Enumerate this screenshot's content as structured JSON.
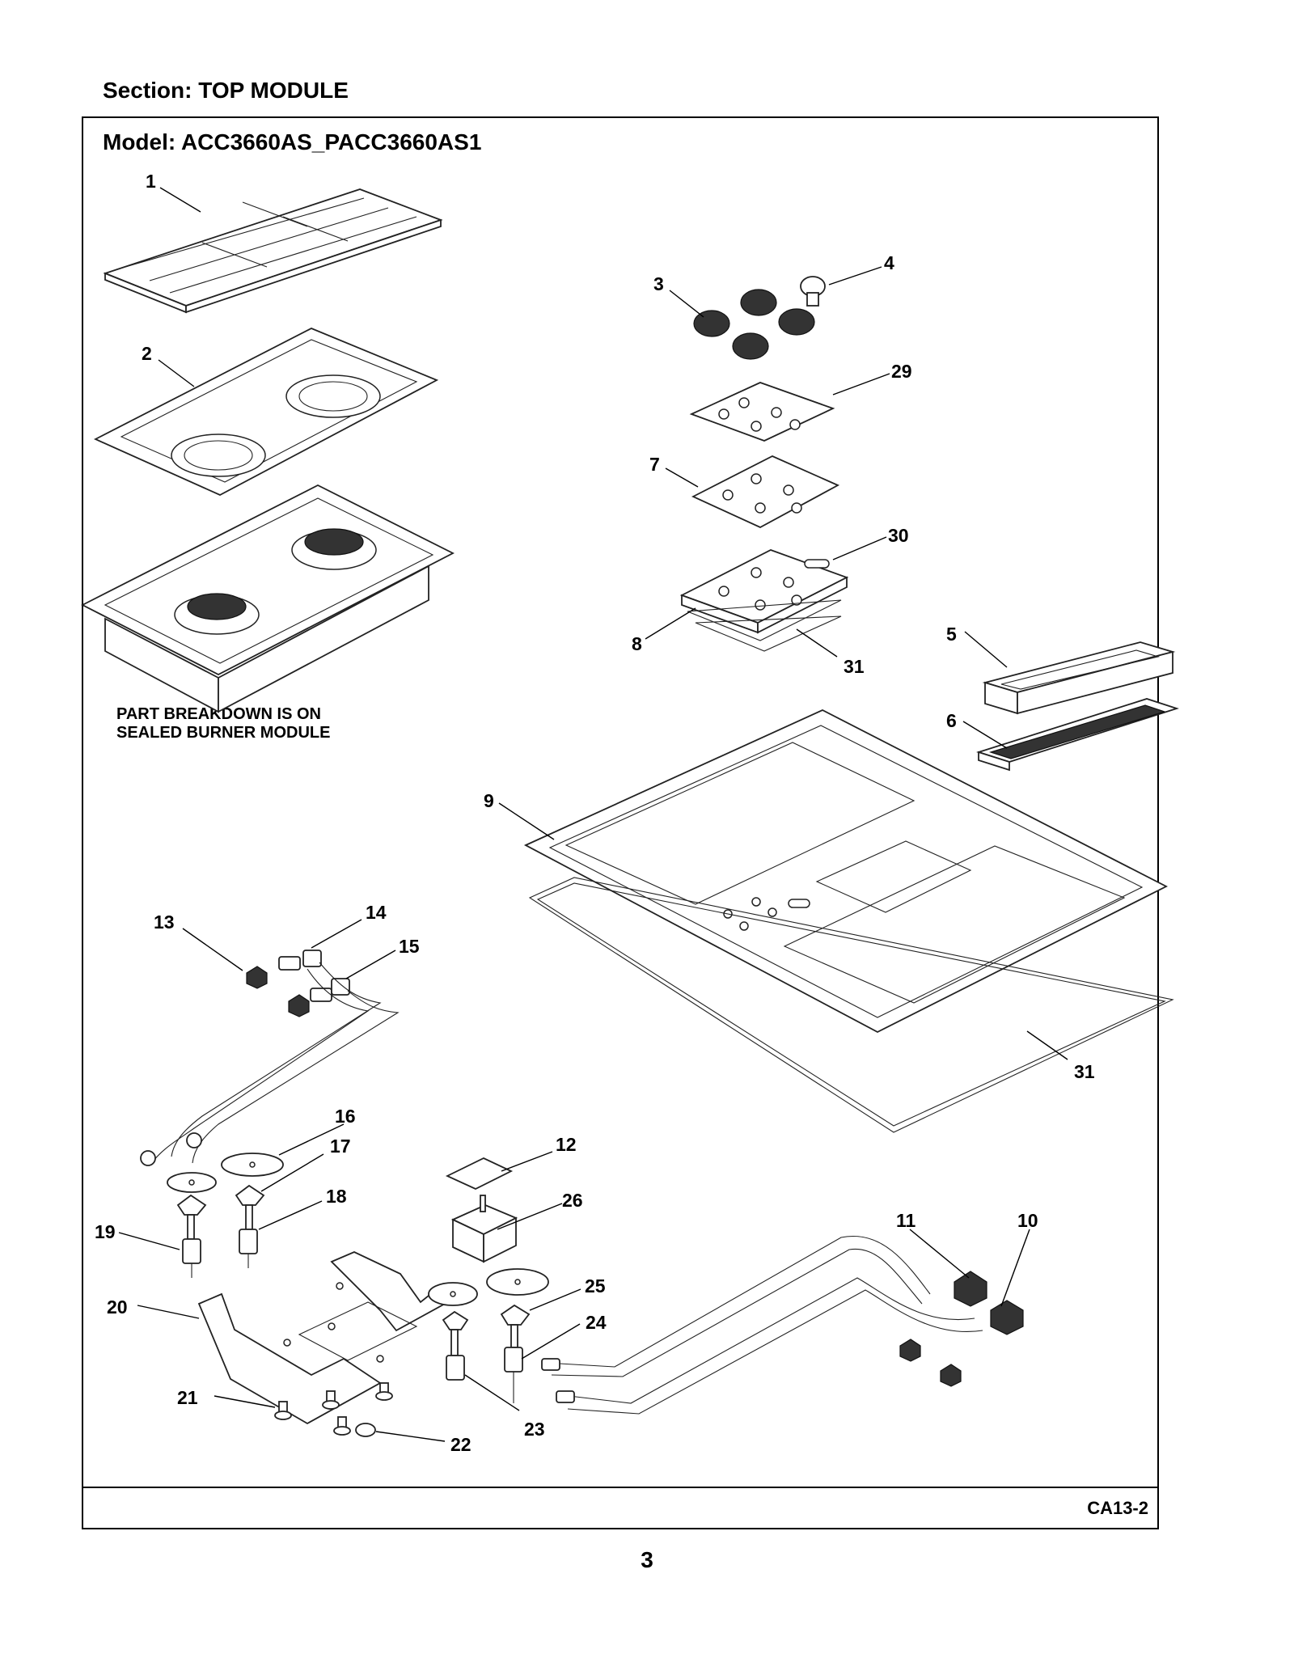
{
  "header": {
    "section_title": "Section:  TOP MODULE",
    "model_title": "Model:  ACC3660AS_PACC3660AS1"
  },
  "note": {
    "line1": "PART BREAKDOWN IS ON",
    "line2": "SEALED BURNER MODULE"
  },
  "footer": {
    "code": "CA13-2",
    "page_number": "3"
  },
  "callouts": [
    "1",
    "2",
    "3",
    "4",
    "29",
    "7",
    "30",
    "8",
    "31",
    "5",
    "6",
    "9",
    "13",
    "14",
    "15",
    "31",
    "16",
    "17",
    "12",
    "26",
    "18",
    "19",
    "11",
    "10",
    "25",
    "20",
    "24",
    "21",
    "23",
    "22"
  ]
}
